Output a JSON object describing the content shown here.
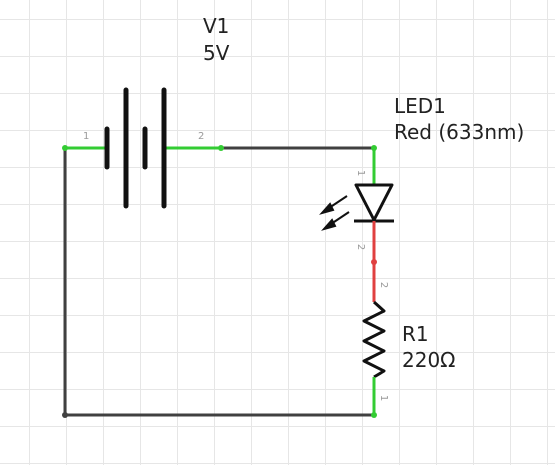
{
  "components": {
    "battery": {
      "name": "V1",
      "value": "5V",
      "pin_left": "1",
      "pin_right": "2"
    },
    "led": {
      "name": "LED1",
      "value": "Red (633nm)",
      "pin_top": "1",
      "pin_bottom": "2"
    },
    "resistor": {
      "name": "R1",
      "value": "220Ω",
      "pin_top": "2",
      "pin_bottom": "1"
    }
  },
  "colors": {
    "wire": "#404040",
    "pin_connected": "#33cc33",
    "net_highlight": "#e04040",
    "grid": "#e6e6e6"
  }
}
